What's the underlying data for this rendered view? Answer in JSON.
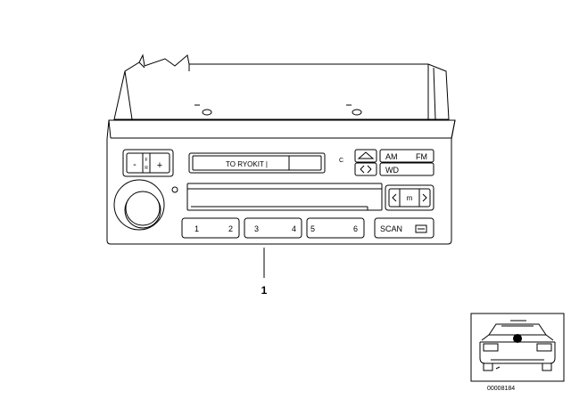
{
  "diagram": {
    "part_number": "1",
    "display_text": "TO RYOKIT |",
    "buttons": {
      "minus": "-",
      "plus": "+",
      "fader_letters": "F\nR",
      "am": "AM",
      "fm": "FM",
      "wd": "WD",
      "m": "m",
      "scan": "SCAN"
    },
    "presets": [
      {
        "left": "1",
        "right": "2"
      },
      {
        "left": "3",
        "right": "4"
      },
      {
        "left": "5",
        "right": "6"
      }
    ],
    "indicator_c": "C",
    "thumbnail_caption": "00008184"
  }
}
